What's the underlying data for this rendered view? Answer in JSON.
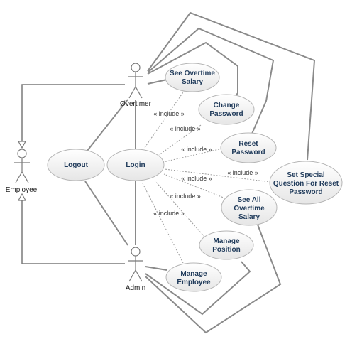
{
  "actors": {
    "overtimer": "Øvertimer",
    "employee": "Employee",
    "admin": "Admin"
  },
  "use_cases": {
    "see_overtime_salary": [
      "See Overtime",
      "Salary"
    ],
    "change_password": [
      "Change",
      "Password"
    ],
    "reset_password": [
      "Reset",
      "Password"
    ],
    "set_special_question": [
      "Set Special",
      "Question For Reset",
      "Password"
    ],
    "see_all_overtime_salary": [
      "See All",
      "Overtime",
      "Salary"
    ],
    "manage_position": [
      "Manage",
      "Position"
    ],
    "manage_employee": [
      "Manage",
      "Employee"
    ],
    "logout": [
      "Logout"
    ],
    "login": [
      "Login"
    ]
  },
  "include_label": "« include »",
  "colors": {
    "use_case_fill_top": "#ffffff",
    "use_case_fill_bottom": "#e9e9e9",
    "use_case_text": "#1f3a5a",
    "line": "#8a8a8a"
  }
}
